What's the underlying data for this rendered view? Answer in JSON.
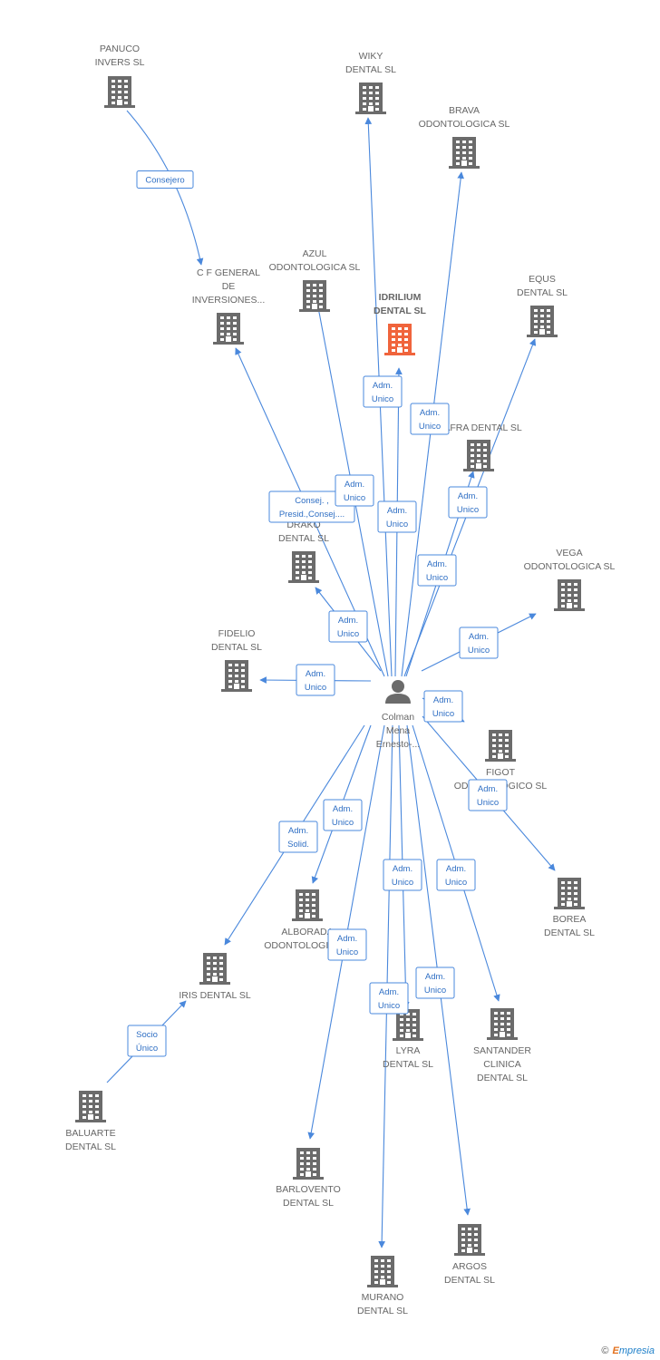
{
  "colors": {
    "edge": "#4a88dc",
    "building": "#6b6b6b",
    "building_main": "#f0643c",
    "person": "#6b6b6b"
  },
  "person": {
    "lines": [
      "Colman",
      "Mena",
      "Ernesto-..."
    ],
    "icon": "person-icon"
  },
  "nodes": [
    {
      "id": "panuco",
      "lines": [
        "PANUCO",
        "INVERS SL"
      ],
      "icon": "building-icon"
    },
    {
      "id": "wiky",
      "lines": [
        "WIKY",
        "DENTAL SL"
      ],
      "icon": "building-icon"
    },
    {
      "id": "brava",
      "lines": [
        "BRAVA",
        "ODONTOLOGICA SL"
      ],
      "icon": "building-icon"
    },
    {
      "id": "cfgeneral",
      "lines": [
        "C F GENERAL",
        "DE",
        "INVERSIONES..."
      ],
      "icon": "building-icon"
    },
    {
      "id": "azul",
      "lines": [
        "AZUL",
        "ODONTOLOGICA SL"
      ],
      "icon": "building-icon"
    },
    {
      "id": "idrilium",
      "lines": [
        "IDRILIUM",
        "DENTAL SL"
      ],
      "icon": "building-icon",
      "main": true
    },
    {
      "id": "equs",
      "lines": [
        "EQUS",
        "DENTAL SL"
      ],
      "icon": "building-icon"
    },
    {
      "id": "safra",
      "lines": [
        "SAFRA DENTAL SL"
      ],
      "icon": "building-icon"
    },
    {
      "id": "drako",
      "lines": [
        "DRAKO",
        "DENTAL SL"
      ],
      "icon": "building-icon"
    },
    {
      "id": "vega",
      "lines": [
        "VEGA",
        "ODONTOLOGICA SL"
      ],
      "icon": "building-icon"
    },
    {
      "id": "fidelio",
      "lines": [
        "FIDELIO",
        "DENTAL SL"
      ],
      "icon": "building-icon"
    },
    {
      "id": "figot",
      "lines": [
        "FIGOT",
        "ODONTOLOGICO SL"
      ],
      "icon": "building-icon"
    },
    {
      "id": "borea",
      "lines": [
        "BOREA",
        "DENTAL SL"
      ],
      "icon": "building-icon"
    },
    {
      "id": "alborada",
      "lines": [
        "ALBORADA",
        "ODONTOLOGICO..."
      ],
      "icon": "building-icon"
    },
    {
      "id": "iris",
      "lines": [
        "IRIS DENTAL SL"
      ],
      "icon": "building-icon"
    },
    {
      "id": "lyra",
      "lines": [
        "LYRA",
        "DENTAL SL"
      ],
      "icon": "building-icon"
    },
    {
      "id": "santander",
      "lines": [
        "SANTANDER",
        "CLINICA",
        "DENTAL SL"
      ],
      "icon": "building-icon"
    },
    {
      "id": "baluarte",
      "lines": [
        "BALUARTE",
        "DENTAL SL"
      ],
      "icon": "building-icon"
    },
    {
      "id": "barlovento",
      "lines": [
        "BARLOVENTO",
        "DENTAL SL"
      ],
      "icon": "building-icon"
    },
    {
      "id": "argos",
      "lines": [
        "ARGOS",
        "DENTAL SL"
      ],
      "icon": "building-icon"
    },
    {
      "id": "murano",
      "lines": [
        "MURANO",
        "DENTAL SL"
      ],
      "icon": "building-icon"
    }
  ],
  "edges": [
    {
      "from": "panuco",
      "to": "cfgeneral",
      "label": [
        "Consejero"
      ]
    },
    {
      "from": "person",
      "to": "wiky",
      "label": [
        "Adm.",
        "Unico"
      ]
    },
    {
      "from": "person",
      "to": "brava",
      "label": [
        "Adm.",
        "Unico"
      ]
    },
    {
      "from": "person",
      "to": "cfgeneral",
      "label": [
        "Consej. ,",
        "Presid.,Consej...."
      ]
    },
    {
      "from": "person",
      "to": "azul",
      "label": [
        "Adm.",
        "Unico"
      ]
    },
    {
      "from": "person",
      "to": "idrilium",
      "label": [
        "Adm.",
        "Unico"
      ]
    },
    {
      "from": "person",
      "to": "equs",
      "label": [
        "Adm.",
        "Unico"
      ]
    },
    {
      "from": "person",
      "to": "safra",
      "label": [
        "Adm.",
        "Unico"
      ]
    },
    {
      "from": "person",
      "to": "drako",
      "label": [
        "Adm.",
        "Unico"
      ]
    },
    {
      "from": "person",
      "to": "vega",
      "label": [
        "Adm.",
        "Unico"
      ]
    },
    {
      "from": "person",
      "to": "fidelio",
      "label": [
        "Adm.",
        "Unico"
      ]
    },
    {
      "from": "person",
      "to": "figot",
      "label": [
        "Adm.",
        "Unico"
      ]
    },
    {
      "from": "person",
      "to": "borea",
      "label": [
        "Adm.",
        "Unico"
      ]
    },
    {
      "from": "person",
      "to": "alborada",
      "label": [
        "Adm.",
        "Unico"
      ]
    },
    {
      "from": "person",
      "to": "iris",
      "label": [
        "Adm.",
        "Solid."
      ]
    },
    {
      "from": "person",
      "to": "lyra",
      "label": [
        "Adm.",
        "Unico"
      ]
    },
    {
      "from": "person",
      "to": "santander",
      "label": [
        "Adm.",
        "Unico"
      ]
    },
    {
      "from": "baluarte",
      "to": "iris",
      "label": [
        "Socio",
        "Único"
      ]
    },
    {
      "from": "person",
      "to": "barlovento",
      "label": [
        "Adm.",
        "Unico"
      ]
    },
    {
      "from": "person",
      "to": "argos",
      "label": [
        "Adm.",
        "Unico"
      ]
    },
    {
      "from": "person",
      "to": "murano",
      "label": [
        "Adm.",
        "Unico"
      ]
    }
  ],
  "footer": {
    "copyright": "©",
    "brand_first": "E",
    "brand_rest": "mpresia"
  }
}
